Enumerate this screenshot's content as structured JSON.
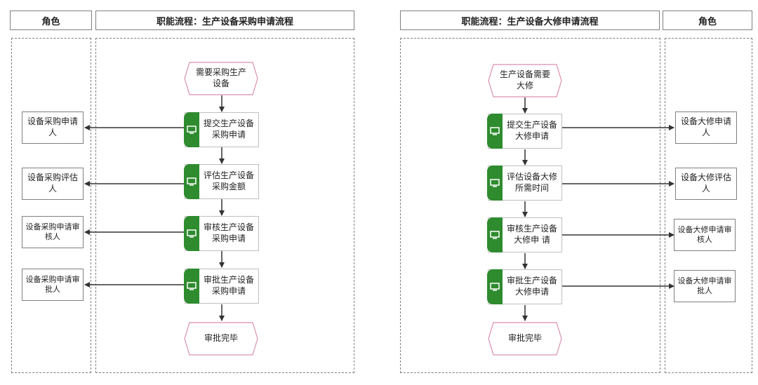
{
  "left": {
    "role_header": "角色",
    "flow_header": "职能流程：生产设备采购申请流程",
    "start": "需要采购生产设备",
    "activities": [
      "提交生产设备采购申请",
      "评估生产设备采购金额",
      "审核生产设备采购申请",
      "审批生产设备采购申请"
    ],
    "roles": [
      "设备采购申请人",
      "设备采购评估人",
      "设备采购申请审核人",
      "设备采购申请审批人"
    ],
    "end": "审批完毕"
  },
  "right": {
    "role_header": "角色",
    "flow_header": "职能流程：生产设备大修申请流程",
    "start": "生产设备需要大修",
    "activities": [
      "提交生产设备大修申请",
      "评估设备大修所需时间",
      "审核生产设备大修申 请",
      "审批生产设备大修申请"
    ],
    "roles": [
      "设备大修申请人",
      "设备大修评估人",
      "设备大修申请审核人",
      "设备大修申请审批人"
    ],
    "end": "审批完毕"
  },
  "colors": {
    "activity_tab": "#2e8b2e",
    "event_border": "#d98fb0",
    "line": "#333333",
    "border": "#7f7f7f"
  },
  "icons": {
    "activity": "monitor-icon"
  }
}
